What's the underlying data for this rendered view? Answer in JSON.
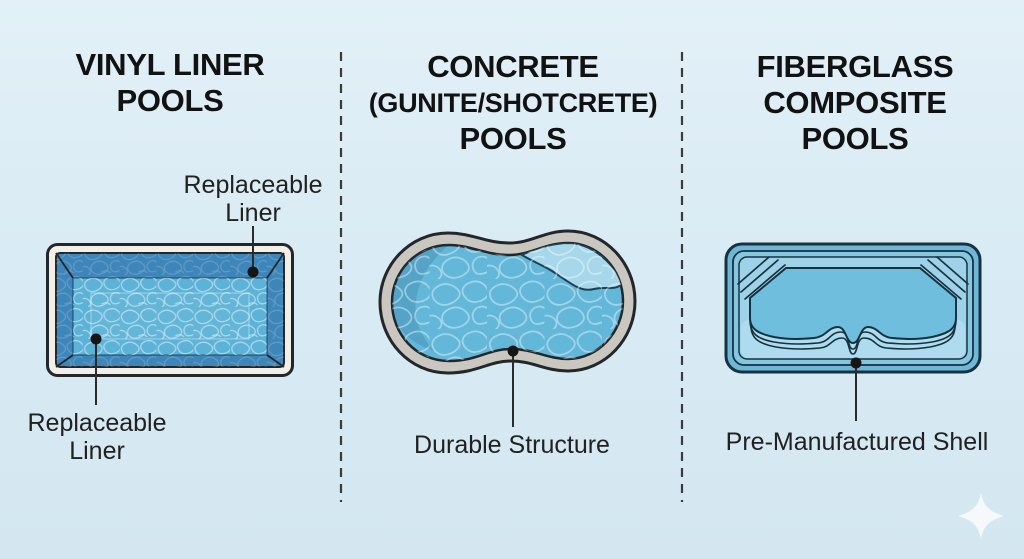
{
  "columns": [
    {
      "id": "vinyl-liner",
      "title_lines": [
        "VINYL LINER",
        "POOLS"
      ],
      "illustration": "rectangular-pool-top-view",
      "callouts": [
        {
          "label_lines": [
            "Replaceable",
            "Liner"
          ],
          "position": "top-right"
        },
        {
          "label_lines": [
            "Replaceable",
            "Liner"
          ],
          "position": "bottom-left"
        }
      ]
    },
    {
      "id": "concrete-gunite-shotcrete",
      "title_lines": [
        "CONCRETE",
        "(GUNITE/SHOTCRETE)",
        "POOLS"
      ],
      "illustration": "kidney-pool-top-view",
      "callouts": [
        {
          "label_lines": [
            "Durable Structure"
          ],
          "position": "bottom-center"
        }
      ]
    },
    {
      "id": "fiberglass-composite",
      "title_lines": [
        "FIBERGLASS",
        "COMPOSITE",
        "POOLS"
      ],
      "illustration": "molded-shell-pool-top-view",
      "callouts": [
        {
          "label_lines": [
            "Pre-Manufactured Shell"
          ],
          "position": "bottom-center"
        }
      ]
    }
  ],
  "colors": {
    "background_top": "#e3f0f8",
    "background_bottom": "#d4e7f1",
    "title_text": "#121212",
    "label_text": "#212121",
    "outline": "#23272b",
    "divider": "#3b3b3b",
    "vinyl_coping": "#f2efe8",
    "vinyl_wall": "#3e86ba",
    "vinyl_water": "#5cb3d7",
    "concrete_coping": "#cac7c1",
    "concrete_water": "#63b7d9",
    "concrete_ledge": "#a6d7ea",
    "fiberglass_rim": "#6fb7d8",
    "fiberglass_step": "#9ed2e8",
    "fiberglass_water": "#6fbede",
    "sparkle": "#ffffff"
  },
  "decorations": {
    "sparkle_icon": "four-point-star"
  }
}
